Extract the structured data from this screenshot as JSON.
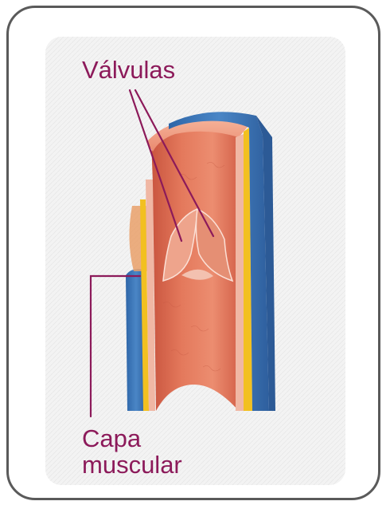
{
  "labels": {
    "valves": "Válvulas",
    "muscle_layer_line1": "Capa",
    "muscle_layer_line2": "muscular"
  },
  "colors": {
    "label_text": "#8c1a5a",
    "leader_line": "#8c1a5a",
    "card_border": "#5a5a5a",
    "panel_background": "#f3f3f3",
    "outer_layer": "#3f78b8",
    "middle_layer": "#f2c020",
    "inner_wall": "#e98a6f",
    "lumen": "#d8674f"
  }
}
